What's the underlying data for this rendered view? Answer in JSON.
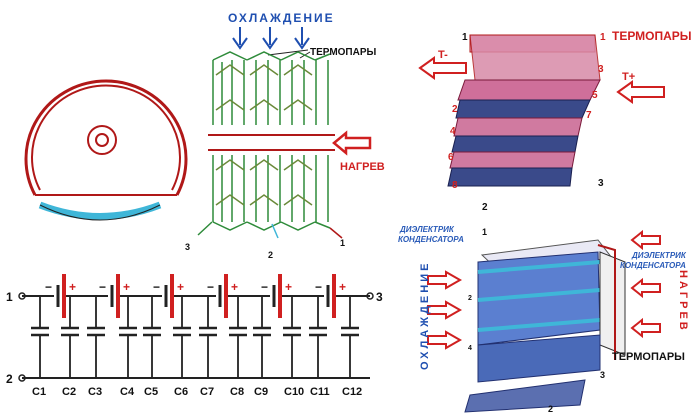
{
  "top_center": {
    "cooling": "ОХЛАЖДЕНИЕ",
    "thermocouples": "ТЕРМОПАРЫ",
    "heating": "НАГРЕВ",
    "n3": "3",
    "n2": "2",
    "n1": "1"
  },
  "top_right": {
    "thermocouples": "ТЕРМОПАРЫ",
    "t_minus": "T-",
    "t_plus": "T+",
    "nums": [
      "1",
      "1",
      "3",
      "2",
      "5",
      "4",
      "7",
      "6",
      "8",
      "3",
      "2"
    ]
  },
  "bottom_left": {
    "node1": "1",
    "node2": "2",
    "node3": "3",
    "caps": [
      "C1",
      "C2",
      "C3",
      "C4",
      "C5",
      "C6",
      "C7",
      "C8",
      "C9",
      "C10",
      "C11",
      "C12"
    ],
    "minus": "−",
    "plus": "+"
  },
  "bottom_right": {
    "dielectric_left_1": "ДИЭЛЕКТРИК",
    "dielectric_left_2": "КОНДЕНСАТОРА",
    "dielectric_right_1": "ДИЭЛЕКТРИК",
    "dielectric_right_2": "КОНДЕНСАТОРА",
    "cooling": "ОХЛАЖДЕНИЕ",
    "heating": "НАГРЕВ",
    "thermocouples": "ТЕРМОПАРЫ",
    "n1": "1",
    "n2": "2",
    "n3": "3",
    "side2": "2",
    "side4": "4"
  },
  "colors": {
    "red": "#d02020",
    "blue": "#1f4fb0",
    "green": "#2e8b3a",
    "cyan": "#3fb6d8"
  }
}
